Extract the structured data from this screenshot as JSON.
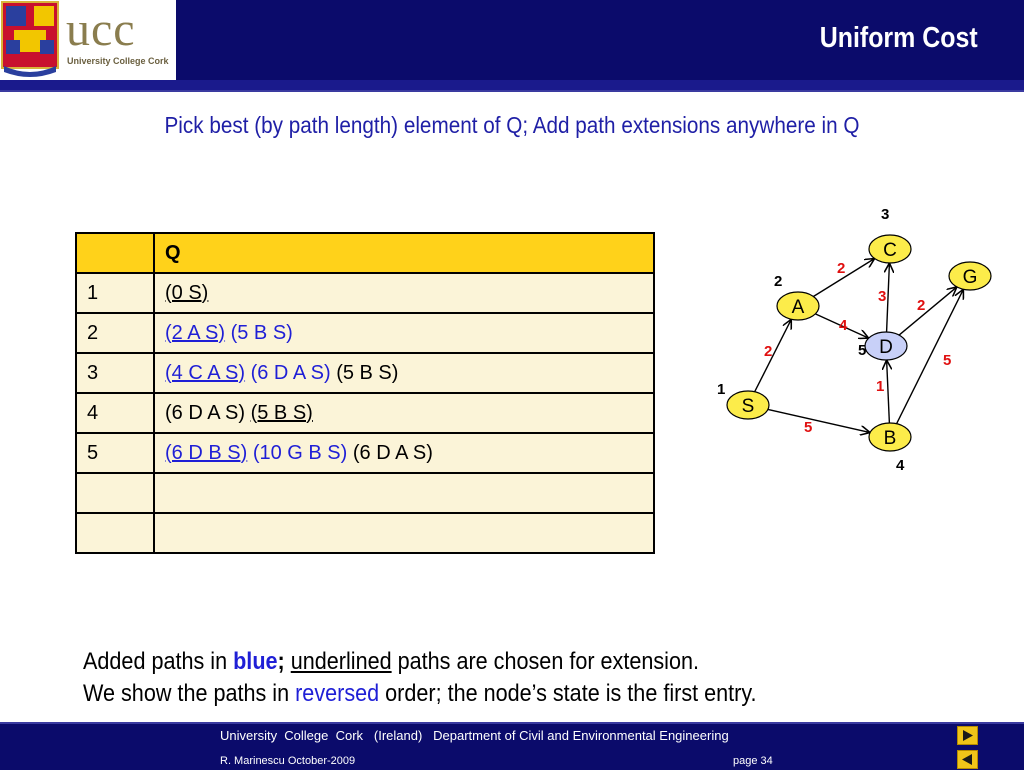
{
  "header": {
    "title": "Uniform Cost",
    "logo_text": "ucc",
    "logo_subtext": "University College Cork"
  },
  "subtitle": "Pick best (by path length) element of Q; Add path extensions anywhere in Q",
  "table": {
    "header": [
      "",
      "Q"
    ],
    "rows": [
      {
        "n": "1",
        "entries": [
          {
            "text": "(0 S)",
            "blue": false,
            "underline": true
          }
        ]
      },
      {
        "n": "2",
        "entries": [
          {
            "text": "(2 A S)",
            "blue": true,
            "underline": true
          },
          {
            "text": "(5 B S)",
            "blue": true,
            "underline": false
          }
        ]
      },
      {
        "n": "3",
        "entries": [
          {
            "text": "(4 C A S)",
            "blue": true,
            "underline": true
          },
          {
            "text": "(6 D A S)",
            "blue": true,
            "underline": false
          },
          {
            "text": "(5 B S)",
            "blue": false,
            "underline": false
          }
        ]
      },
      {
        "n": "4",
        "entries": [
          {
            "text": "(6 D A S)",
            "blue": false,
            "underline": false
          },
          {
            "text": "(5 B S)",
            "blue": false,
            "underline": true
          }
        ]
      },
      {
        "n": "5",
        "entries": [
          {
            "text": "(6 D B S)",
            "blue": true,
            "underline": true
          },
          {
            "text": "(10 G B S)",
            "blue": true,
            "underline": false
          },
          {
            "text": "(6 D A S)",
            "blue": false,
            "underline": false
          }
        ]
      },
      {
        "n": "",
        "entries": []
      },
      {
        "n": "",
        "entries": []
      }
    ]
  },
  "graph": {
    "nodes": [
      {
        "id": "S",
        "heuristic": "1"
      },
      {
        "id": "A",
        "heuristic": "2"
      },
      {
        "id": "C",
        "heuristic": "3"
      },
      {
        "id": "D",
        "heuristic": "5"
      },
      {
        "id": "B",
        "heuristic": "4"
      },
      {
        "id": "G",
        "heuristic": ""
      }
    ],
    "edges": [
      {
        "from": "S",
        "to": "A",
        "cost": "2"
      },
      {
        "from": "S",
        "to": "B",
        "cost": "5"
      },
      {
        "from": "A",
        "to": "C",
        "cost": "2"
      },
      {
        "from": "A",
        "to": "D",
        "cost": "4"
      },
      {
        "from": "D",
        "to": "C",
        "cost": "3"
      },
      {
        "from": "D",
        "to": "G",
        "cost": "2"
      },
      {
        "from": "B",
        "to": "D",
        "cost": "1"
      },
      {
        "from": "B",
        "to": "G",
        "cost": "5"
      }
    ],
    "node_fill": "#fcec4a",
    "d_fill": "#c8d0f8",
    "cost_color": "#e01010"
  },
  "note": {
    "l1_a": "Added paths in ",
    "l1_blue": "blue",
    "l1_semi": ";",
    "l1_space": " ",
    "l1_underlined": "underlined",
    "l1_b": " paths are chosen for extension.",
    "l2_a": "We show the paths in ",
    "l2_blue": "reversed",
    "l2_b": " order; the node’s state is the first entry."
  },
  "footer": {
    "line1": "University  College  Cork   (Ireland)   Department of Civil and Environmental Engineering",
    "author": "R. Marinescu October-2009",
    "page": "page 34"
  },
  "colors": {
    "navy": "#0b0b6b",
    "table_header": "#ffd21a",
    "table_cell": "#fbf4d8",
    "blue_text": "#1f1fd6"
  }
}
